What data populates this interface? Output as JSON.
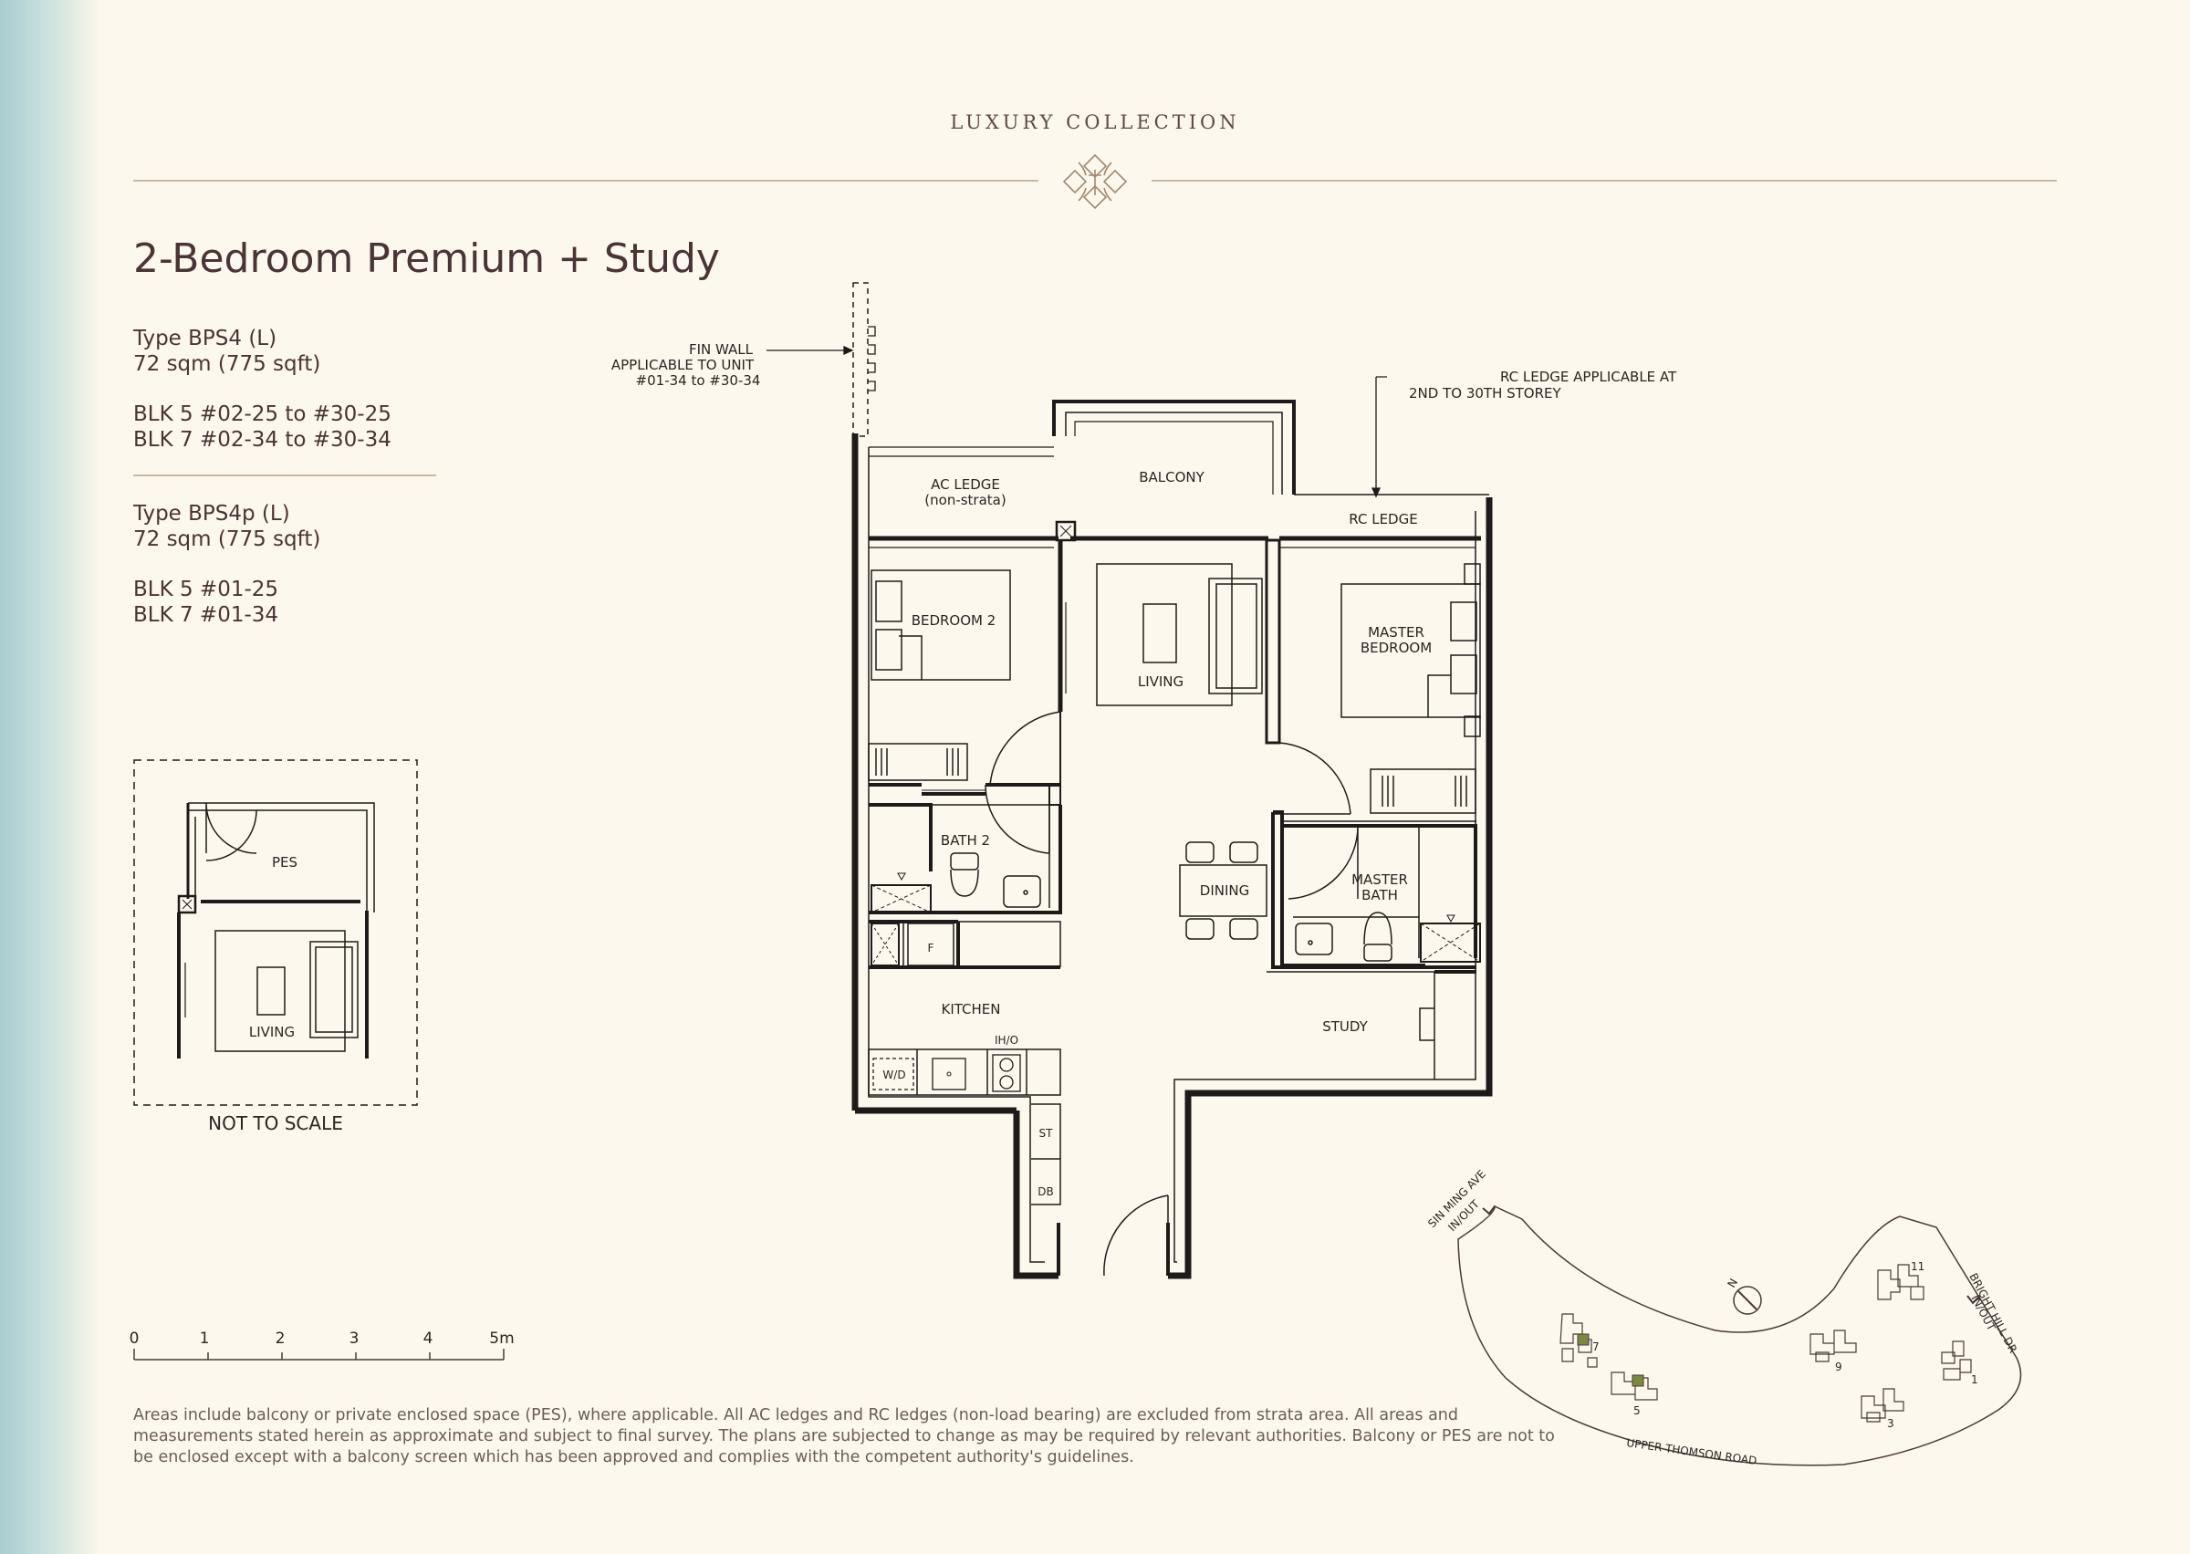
{
  "brand": "LUXURY COLLECTION",
  "unit_title": "2-Bedroom Premium + Study",
  "types": [
    {
      "type_label": "Type BPS4 (L)",
      "area": "72 sqm (775 sqft)",
      "blocks": [
        "BLK 5 #02-25 to #30-25",
        "BLK 7 #02-34 to #30-34"
      ]
    },
    {
      "type_label": "Type BPS4p (L)",
      "area": "72 sqm (775 sqft)",
      "blocks": [
        "BLK 5 #01-25",
        "BLK 7 #01-34"
      ]
    }
  ],
  "floor_plan": {
    "rooms": {
      "ac_ledge": "AC LEDGE",
      "ac_ledge_note": "(non-strata)",
      "balcony": "BALCONY",
      "rc_ledge": "RC LEDGE",
      "bedroom2": "BEDROOM 2",
      "living": "LIVING",
      "master_bedroom_l1": "MASTER",
      "master_bedroom_l2": "BEDROOM",
      "bath2": "BATH 2",
      "dining": "DINING",
      "master_bath_l1": "MASTER",
      "master_bath_l2": "BATH",
      "kitchen": "KITCHEN",
      "study": "STUDY",
      "fridge": "F",
      "washer_dryer": "W/D",
      "hob_oven": "IH/O",
      "store": "ST",
      "db": "DB"
    },
    "annotations": {
      "fin_wall": [
        "FIN WALL",
        "APPLICABLE TO UNIT",
        "#01-34 to #30-34"
      ],
      "rc_ledge_note": [
        "RC LEDGE APPLICABLE AT",
        "2ND TO 30TH STOREY"
      ]
    }
  },
  "inset": {
    "pes": "PES",
    "living": "LIVING",
    "caption": "NOT TO SCALE"
  },
  "scale_bar": {
    "ticks": [
      "0",
      "1",
      "2",
      "3",
      "4",
      "5m"
    ]
  },
  "site_plan": {
    "roads": {
      "sin_ming_l1": "SIN MING AVE",
      "sin_ming_l2": "IN/OUT",
      "bright_hill_l1": "BRIGHT HILL DR",
      "bright_hill_l2": "IN/OUT",
      "upper_thomson": "UPPER THOMSON ROAD"
    },
    "north": "N",
    "blocks": [
      "11",
      "7",
      "9",
      "1",
      "5",
      "3"
    ]
  },
  "disclaimer": "Areas include balcony or private enclosed space (PES), where applicable. All AC ledges and RC ledges (non-load bearing) are excluded from strata area. All areas and measurements stated herein as approximate and subject to final survey. The plans are subjected to change as may be required by relevant authorities. Balcony or PES are not to be enclosed except with a balcony screen which has been approved and complies with the competent authority's guidelines.",
  "colors": {
    "background": "#fdf8ee",
    "text": "#4a3436",
    "line": "#c8b9a4",
    "highlight": "#7b8a3a"
  }
}
